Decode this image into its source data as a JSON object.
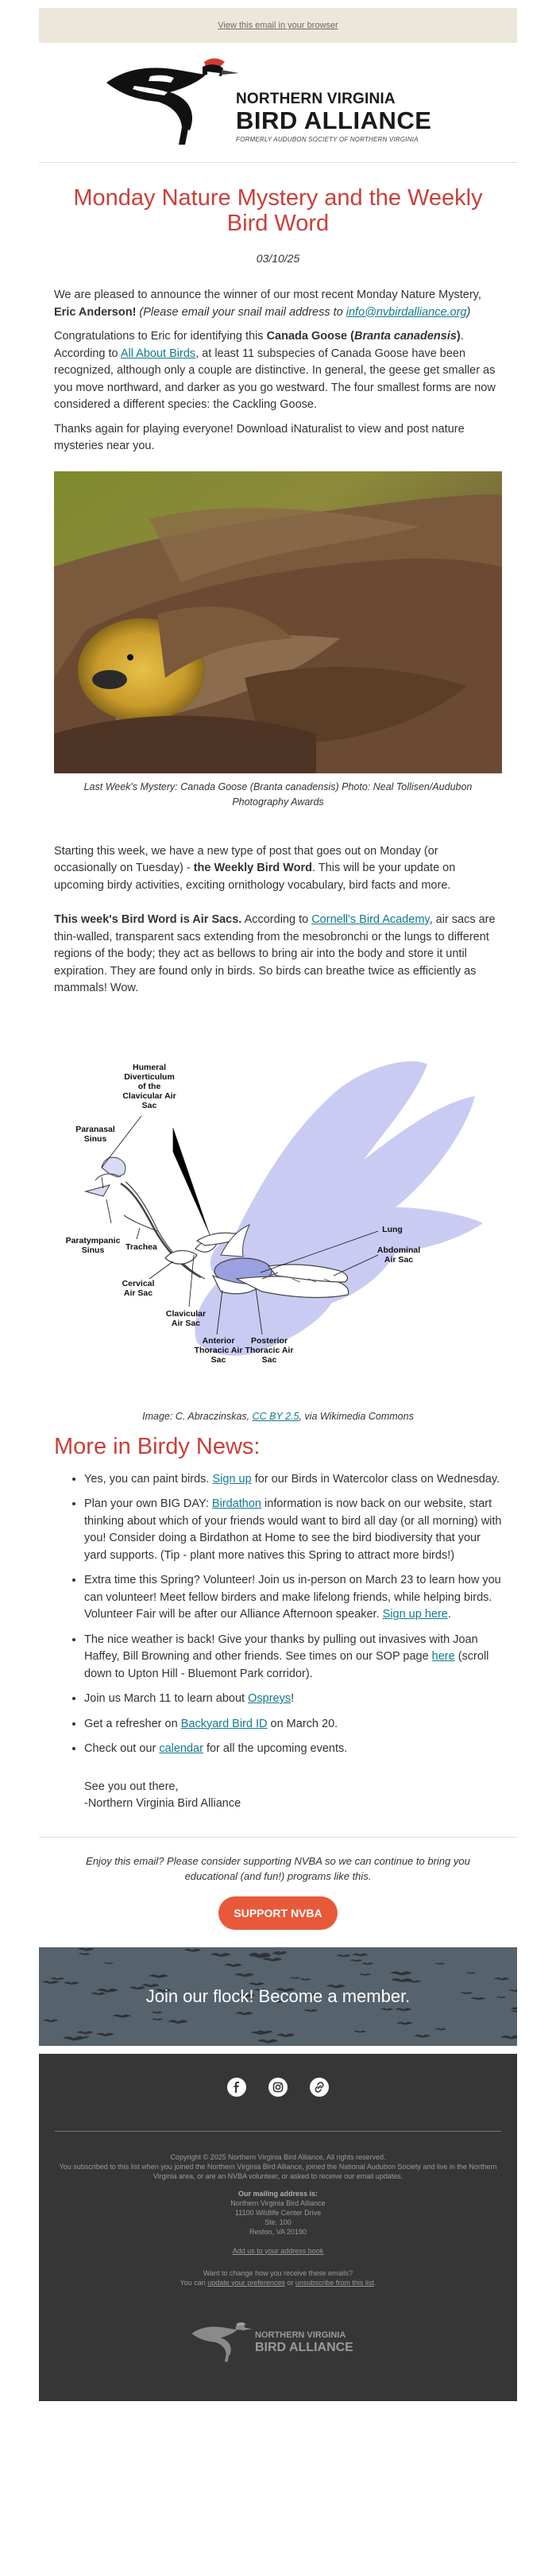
{
  "topbar": {
    "view_browser": "View this email in your browser"
  },
  "logo": {
    "line1": "NORTHERN VIRGINIA",
    "line2": "BIRD ALLIANCE",
    "line3": "FORMERLY AUDUBON SOCIETY OF NORTHERN VIRGINIA"
  },
  "article": {
    "title": "Monday Nature Mystery and the Weekly Bird Word",
    "date": "03/10/25",
    "p1_a": "We are pleased to announce the winner of our most recent Monday Nature Mystery, ",
    "p1_winner": "Eric Anderson!",
    "p1_b": " (Please email your snail mail address to ",
    "p1_email": "info@nvbirdalliance.org",
    "p1_c": ")",
    "p2_a": "Congratulations to Eric for identifying this ",
    "p2_bird": "Canada Goose",
    "p2_sci": "Branta canadensis",
    "p2_b": ". According to ",
    "p2_link": "All About Birds",
    "p2_c": ", at least 11 subspecies of Canada Goose have been recognized, although only a couple are distinctive. In general, the geese get smaller as you move northward, and darker as you go westward. The four smallest forms are now considered a different species: the Cackling Goose.",
    "p3": "Thanks again for playing everyone! Download iNaturalist to view and post nature mysteries near you.",
    "photo_caption": "Last Week's Mystery: Canada Goose (Branta canadensis) Photo: Neal Tollisen/Audubon Photography Awards",
    "p4_a": "Starting this week, we have a new type of post that goes out on Monday (or occasionally on Tuesday) - ",
    "p4_b": "the Weekly Bird Word",
    "p4_c": ". This will be your update on upcoming birdy activities, exciting ornithology vocabulary, bird facts and more.",
    "p5_a": "This week's Bird Word is Air Sacs.",
    "p5_b": " According to ",
    "p5_link": "Cornell's Bird Academy",
    "p5_c": ", air sacs are thin-walled, transparent sacs extending from the mesobronchi or the lungs to different regions of the body; they act as bellows to bring air into the body and store it until expiration. They are found only in birds. So birds can breathe twice as efficiently as mammals! Wow.",
    "diagram_caption_a": "Image: C. Abraczinskas, ",
    "diagram_caption_link": "CC BY 2.5",
    "diagram_caption_b": ", via Wikimedia Commons"
  },
  "diagram": {
    "labels": {
      "humeral": "Humeral Diverticulum of the Clavicular Air Sac",
      "paranasal": "Paranasal Sinus",
      "paratympanic": "Paratympanic Sinus",
      "trachea": "Trachea",
      "cervical": "Cervical Air Sac",
      "clavicular": "Clavicular Air Sac",
      "anterior": "Anterior Thoracic Air Sac",
      "posterior": "Posterior Thoracic Air Sac",
      "lung": "Lung",
      "abdominal": "Abdominal Air Sac"
    }
  },
  "news": {
    "heading": "More in Birdy News:",
    "items": [
      {
        "a": "Yes, you can paint birds. ",
        "link": "Sign up",
        "b": " for our Birds in Watercolor class on Wednesday."
      },
      {
        "a": "Plan your own BIG DAY: ",
        "link": "Birdathon",
        "b": " information is now back on our website, start thinking about which of your friends would want to bird all day (or all morning) with you! Consider doing a Birdathon at Home to see the bird biodiversity that your yard supports. (Tip - plant more natives this Spring to attract more birds!)"
      },
      {
        "a": "Extra time this Spring? Volunteer! Join us in-person on March 23 to learn how you can volunteer! Meet fellow birders and make lifelong friends, while helping birds. Volunteer Fair will be after our Alliance Afternoon speaker. ",
        "link": "Sign up here",
        "b": "."
      },
      {
        "a": "The nice weather is back! Give your thanks by pulling out invasives with Joan Haffey, Bill Browning and other friends. See times on our SOP page ",
        "link": "here",
        "b": " (scroll down to Upton Hill - Bluemont Park corridor)."
      },
      {
        "a": "Join us March 11 to learn about ",
        "link": "Ospreys",
        "b": "!"
      },
      {
        "a": "Get a refresher on ",
        "link": "Backyard Bird ID",
        "b": " on March 20."
      },
      {
        "a": "Check out our ",
        "link": "calendar",
        "b": " for all the upcoming events."
      }
    ],
    "signoff1": "See you out there,",
    "signoff2": "-Northern Virginia Bird Alliance"
  },
  "support": {
    "text": "Enjoy this email? Please consider supporting NVBA so we can continue to bring you educational (and fun!) programs like this.",
    "button": "SUPPORT NVBA"
  },
  "member": {
    "banner": "Join our flock! Become a member."
  },
  "footer": {
    "copyright": "Copyright © 2025 Northern Virginia Bird Alliance, All rights reserved.",
    "subscribed": "You subscribed to this list when you joined the Northern Virginia Bird Alliance, joined the National Audubon Society and live in the Northern Virginia area, or are an NVBA volunteer, or asked to receive our email updates.",
    "mailing_heading": "Our mailing address is:",
    "addr1": "Northern Virginia Bird Alliance",
    "addr2": "11100 Wildlife Center Drive",
    "addr3": "Ste. 100",
    "addr4": "Reston, VA 20190",
    "add_book": "Add us to your address book",
    "change_q": "Want to change how you receive these emails?",
    "change_a": "You can ",
    "update_link": "update your preferences",
    "change_b": " or ",
    "unsubscribe": "unsubscribe from this list",
    "change_c": ".",
    "logo_line1": "NORTHERN VIRGINIA",
    "logo_line2": "BIRD ALLIANCE"
  },
  "colors": {
    "accent_red": "#c9403a",
    "link_teal": "#117a8b",
    "button_orange": "#e8593a",
    "airsac_lavender": "#c9cbf2"
  }
}
